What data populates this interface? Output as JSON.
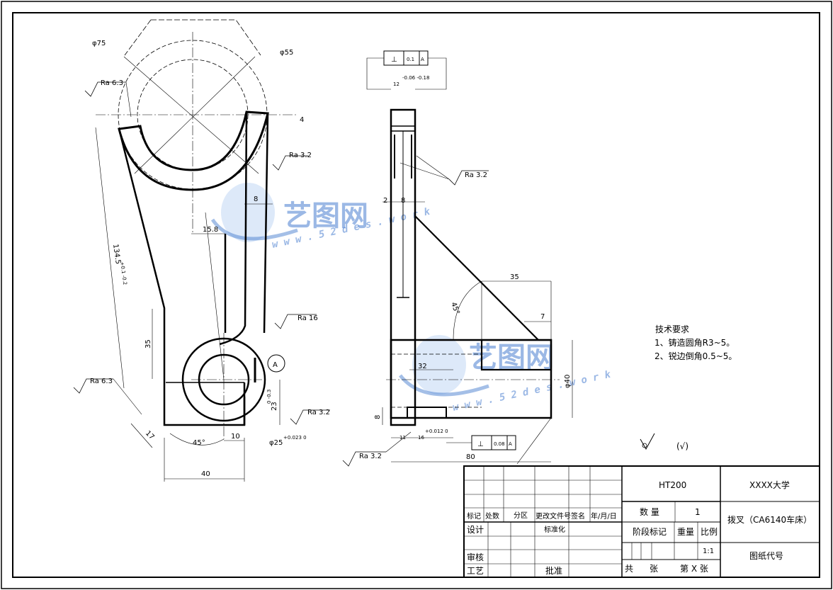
{
  "drawing": {
    "dims_front": {
      "phi75": "φ75",
      "phi55": "φ55",
      "ra63_top": "Ra 6.3",
      "ra32_a": "Ra 3.2",
      "ra16": "Ra 16",
      "ra63_left": "Ra 6.3",
      "ra32_b": "Ra 3.2",
      "four": "4",
      "eight": "8",
      "d158": "15.8",
      "d134": "134.5",
      "d134_tol": "+0.1 -0.2",
      "d35": "35",
      "d17": "17",
      "d45deg": "45°",
      "d10": "10",
      "d40": "40",
      "d23": "23",
      "d23_tol": "0 -0.3",
      "phi25": "φ25",
      "phi25_tol": "+0.023 0",
      "label_a": "A"
    },
    "dims_side": {
      "tol_symbol": "⊥",
      "tol_value": "0.1",
      "tol_datum": "A",
      "d12": "12",
      "d12_tol": "-0.06 -0.18",
      "ra32_c": "Ra 3.2",
      "d2": "2",
      "d8": "8",
      "d35": "35",
      "d45deg": "45°",
      "d7": "7",
      "d32": "32",
      "phi40": "φ40",
      "d8b": "8",
      "d11": "11",
      "d16": "16",
      "d16_tol": "+0.012 0",
      "tol2_symbol": "⊥",
      "tol2_value": "0.08",
      "tol2_datum": "A",
      "ra32_d": "Ra 3.2",
      "d80": "80"
    },
    "notes": {
      "title": "技术要求",
      "line1": "1、铸造圆角R3~5。",
      "line2": "2、锐边倒角0.5~5。",
      "roughness_other": "(√)"
    },
    "watermark": {
      "brand": "艺图网",
      "url": "w w w . 5 2 d e s . w o r k"
    }
  },
  "title_block": {
    "material": "HT200",
    "school": "XXXX大学",
    "part_name": "拨叉（CA6140车床）",
    "drawing_no": "图纸代号",
    "qty_label": "数 量",
    "qty_value": "1",
    "stage_mark": "阶段标记",
    "weight": "重量",
    "scale": "比例",
    "scale_value": "1:1",
    "total": "共",
    "sheets": "张",
    "sheet_no": "第 X 张",
    "row_marks": [
      "标记",
      "处数",
      "分区",
      "更改文件号",
      "签名",
      "年/月/日"
    ],
    "design": "设计",
    "standardize": "标准化",
    "review": "审核",
    "process": "工艺",
    "approve": "批准"
  }
}
